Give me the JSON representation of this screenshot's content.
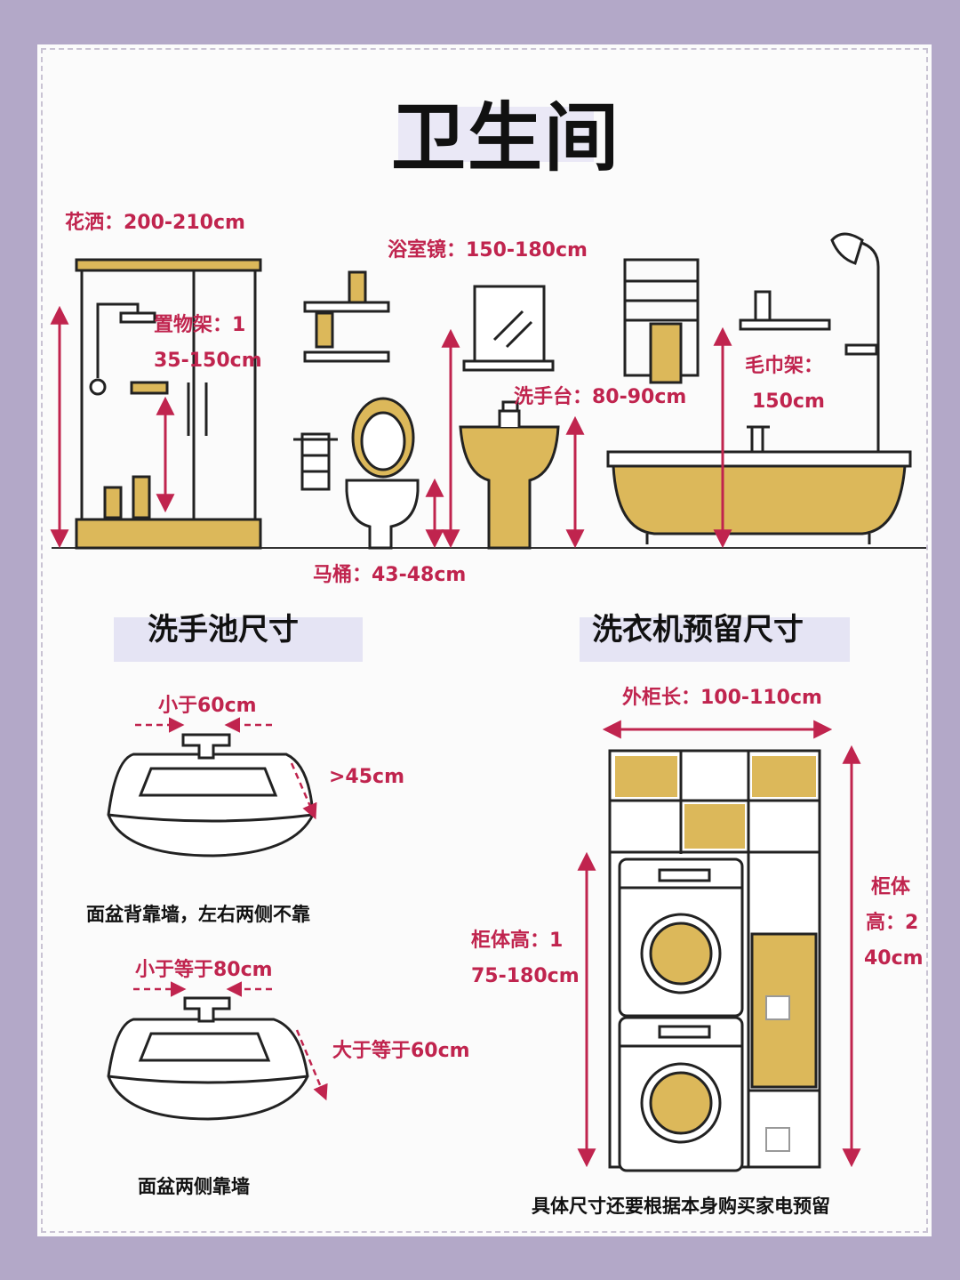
{
  "title": "卫生间",
  "bathroom": {
    "shower_label": "花洒：200-210cm",
    "shelf_label_1": "置物架：1",
    "shelf_label_2": "35-150cm",
    "mirror_label": "浴室镜：150-180cm",
    "basin_label": "洗手台：80-90cm",
    "towel_label_1": "毛巾架：",
    "towel_label_2": "150cm",
    "toilet_label": "马桶：43-48cm"
  },
  "sink_section": {
    "heading": "洗手池尺寸",
    "sink1": {
      "top_label": "小于60cm",
      "side_label": ">45cm",
      "caption": "面盆背靠墙，左右两侧不靠"
    },
    "sink2": {
      "top_label": "小于等于80cm",
      "side_label": "大于等于60cm",
      "caption": "面盆两侧靠墙"
    }
  },
  "washer_section": {
    "heading": "洗衣机预留尺寸",
    "width_label": "外柜长：100-110cm",
    "left_label_1": "柜体高：1",
    "left_label_2": "75-180cm",
    "right_label_1": "柜体",
    "right_label_2": "高：2",
    "right_label_3": "40cm",
    "footnote": "具体尺寸还要根据本身购买家电预留"
  },
  "colors": {
    "accent": "#c0244e",
    "mustard": "#dcb85a",
    "background": "#b3a8c8",
    "highlight": "#e5e4f4"
  }
}
